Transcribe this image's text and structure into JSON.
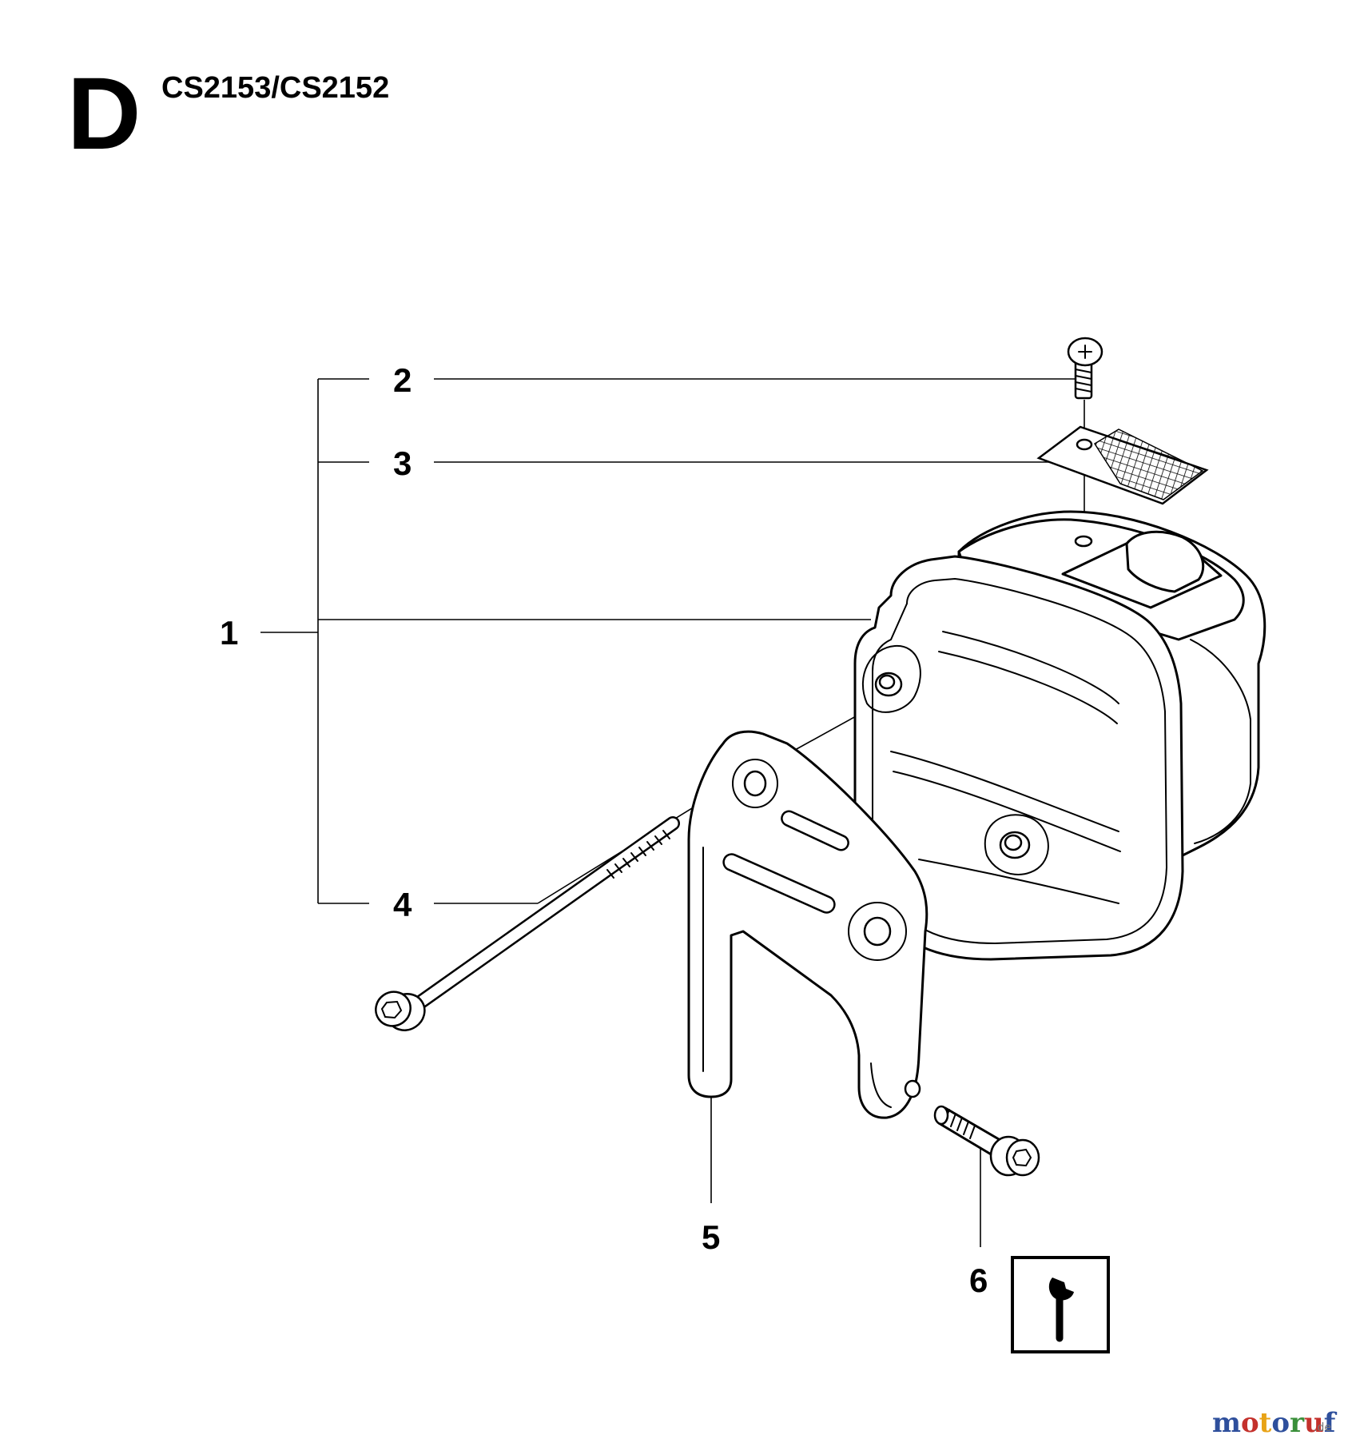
{
  "header": {
    "section_letter": "D",
    "model_title": "CS2153/CS2152"
  },
  "callouts": [
    {
      "id": "1",
      "label": "1",
      "part": "muffler"
    },
    {
      "id": "2",
      "label": "2",
      "part": "screw"
    },
    {
      "id": "3",
      "label": "3",
      "part": "spark-arrestor-screen"
    },
    {
      "id": "4",
      "label": "4",
      "part": "long-bolt"
    },
    {
      "id": "5",
      "label": "5",
      "part": "bracket"
    },
    {
      "id": "6",
      "label": "6",
      "part": "screw"
    }
  ],
  "tool_icon": "wrench-icon",
  "watermark": {
    "letters": [
      "m",
      "o",
      "t",
      "o",
      "r",
      "u",
      "f"
    ],
    "colors": [
      "#2e4f9c",
      "#c4312c",
      "#e8a317",
      "#2e4f9c",
      "#3a8f3a",
      "#c4312c",
      "#2e4f9c"
    ],
    "suffix": ".de"
  }
}
